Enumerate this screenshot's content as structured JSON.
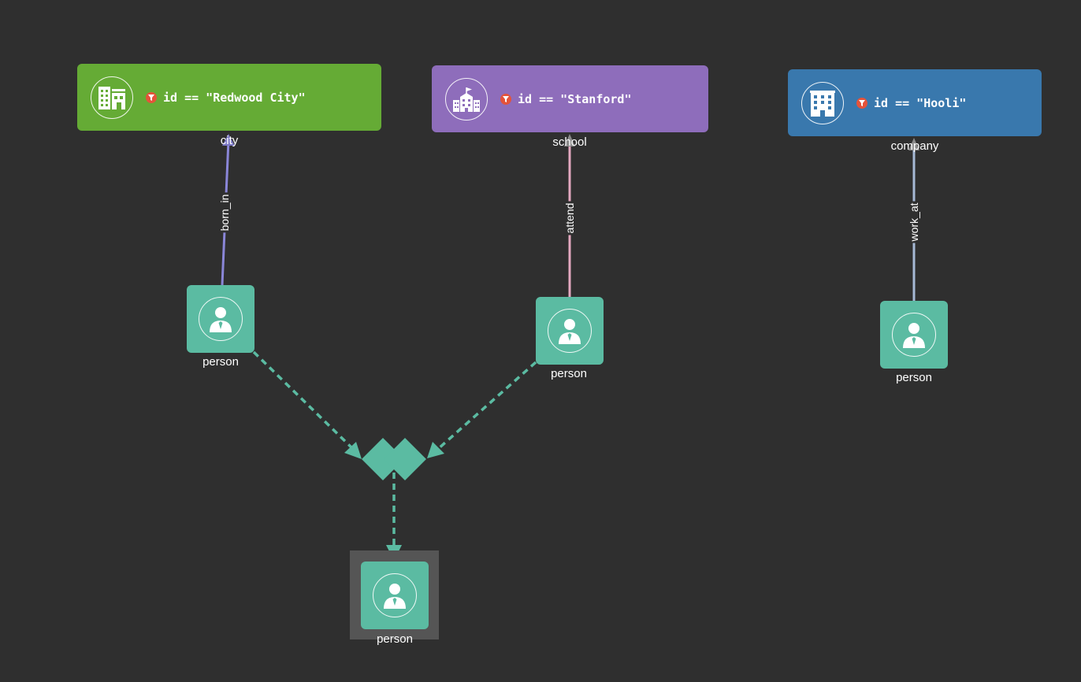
{
  "nodes": {
    "city": {
      "label": "city",
      "filter": "id == \"Redwood City\"",
      "color": "#65ab35",
      "icon": "city-building-icon"
    },
    "school": {
      "label": "school",
      "filter": "id == \"Stanford\"",
      "color": "#8e6dbb",
      "icon": "school-icon"
    },
    "company": {
      "label": "company",
      "filter": "id == \"Hooli\"",
      "color": "#3978ad",
      "icon": "office-building-icon"
    },
    "person_left": {
      "label": "person",
      "color": "#5bbba2",
      "icon": "person-icon"
    },
    "person_mid": {
      "label": "person",
      "color": "#5bbba2",
      "icon": "person-icon"
    },
    "person_right": {
      "label": "person",
      "color": "#5bbba2",
      "icon": "person-icon"
    },
    "person_result": {
      "label": "person",
      "color": "#5bbba2",
      "icon": "person-icon",
      "selected": true
    }
  },
  "edges": {
    "born_in": {
      "label": "born_in",
      "color": "#8a86d8"
    },
    "attend": {
      "label": "attend",
      "color": "#e4a9c0"
    },
    "work_at": {
      "label": "work_at",
      "color": "#a6b9d6"
    }
  },
  "join": {
    "icon": "intersection-diamond-icon",
    "color": "#5bbba2"
  },
  "filter_badge_icon": "filter-funnel-icon",
  "filter_badge_color": "#e4533a"
}
